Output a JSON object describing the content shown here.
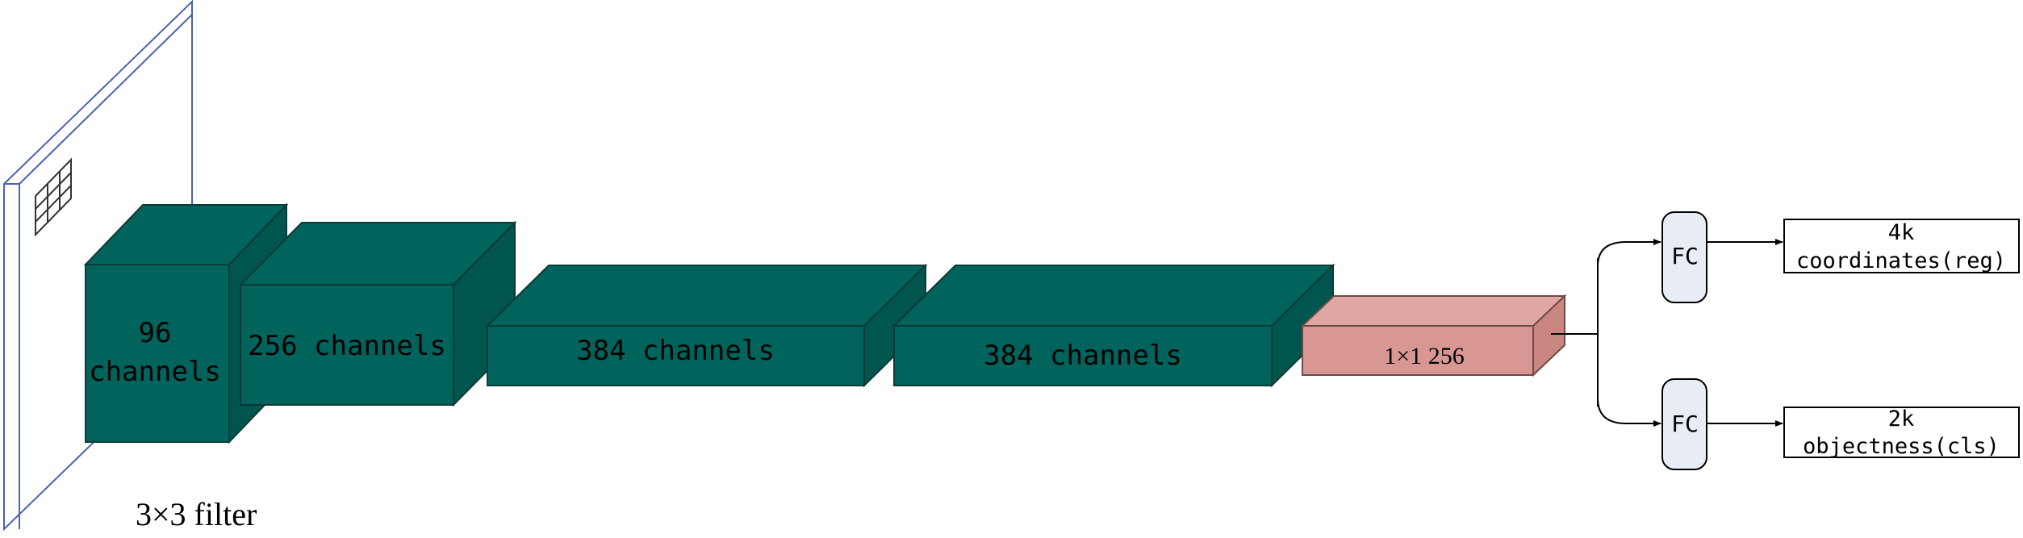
{
  "colors": {
    "block_fill": "#00645c",
    "block_stroke": "#0b3b36",
    "rpn_fill": "#d89792",
    "rpn_stroke": "#6d4a47",
    "fc_fill": "#e8edf5",
    "line": "#000000",
    "image_stroke": "#4a63b3"
  },
  "input": {
    "caption": "3×3 filter"
  },
  "blocks": [
    {
      "line1": "96",
      "line2": "channels"
    },
    {
      "line1": "256 channels"
    },
    {
      "line1": "384 channels"
    },
    {
      "line1": "384 channels"
    }
  ],
  "rpn_block": {
    "label": "1×1 256"
  },
  "fc": [
    {
      "label": "FC"
    },
    {
      "label": "FC"
    }
  ],
  "outputs": [
    {
      "line1": "4k",
      "line2": "coordinates(reg)"
    },
    {
      "line1": "2k",
      "line2": "objectness(cls)"
    }
  ]
}
